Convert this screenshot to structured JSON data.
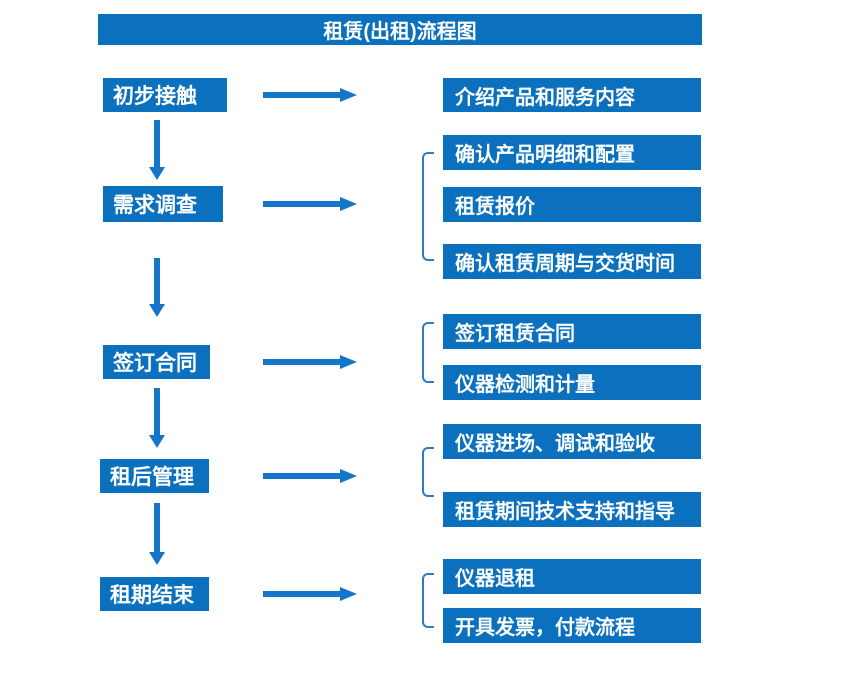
{
  "title": "租赁(出租)流程图",
  "colors": {
    "box_blue": "#0b70bd",
    "arrow_blue": "#1476c8",
    "bracket_blue": "#2f7ac1",
    "text": "#ffffff",
    "background": "#ffffff"
  },
  "flow": {
    "steps": [
      {
        "label": "初步接触",
        "details": [
          "介绍产品和服务内容"
        ]
      },
      {
        "label": "需求调查",
        "details": [
          "确认产品明细和配置",
          "租赁报价",
          "确认租赁周期与交货时间"
        ]
      },
      {
        "label": "签订合同",
        "details": [
          "签订租赁合同",
          "仪器检测和计量"
        ]
      },
      {
        "label": "租后管理",
        "details": [
          "仪器进场、调试和验收",
          "租赁期间技术支持和指导"
        ]
      },
      {
        "label": "租期结束",
        "details": [
          "仪器退租",
          "开具发票，付款流程"
        ]
      }
    ]
  }
}
